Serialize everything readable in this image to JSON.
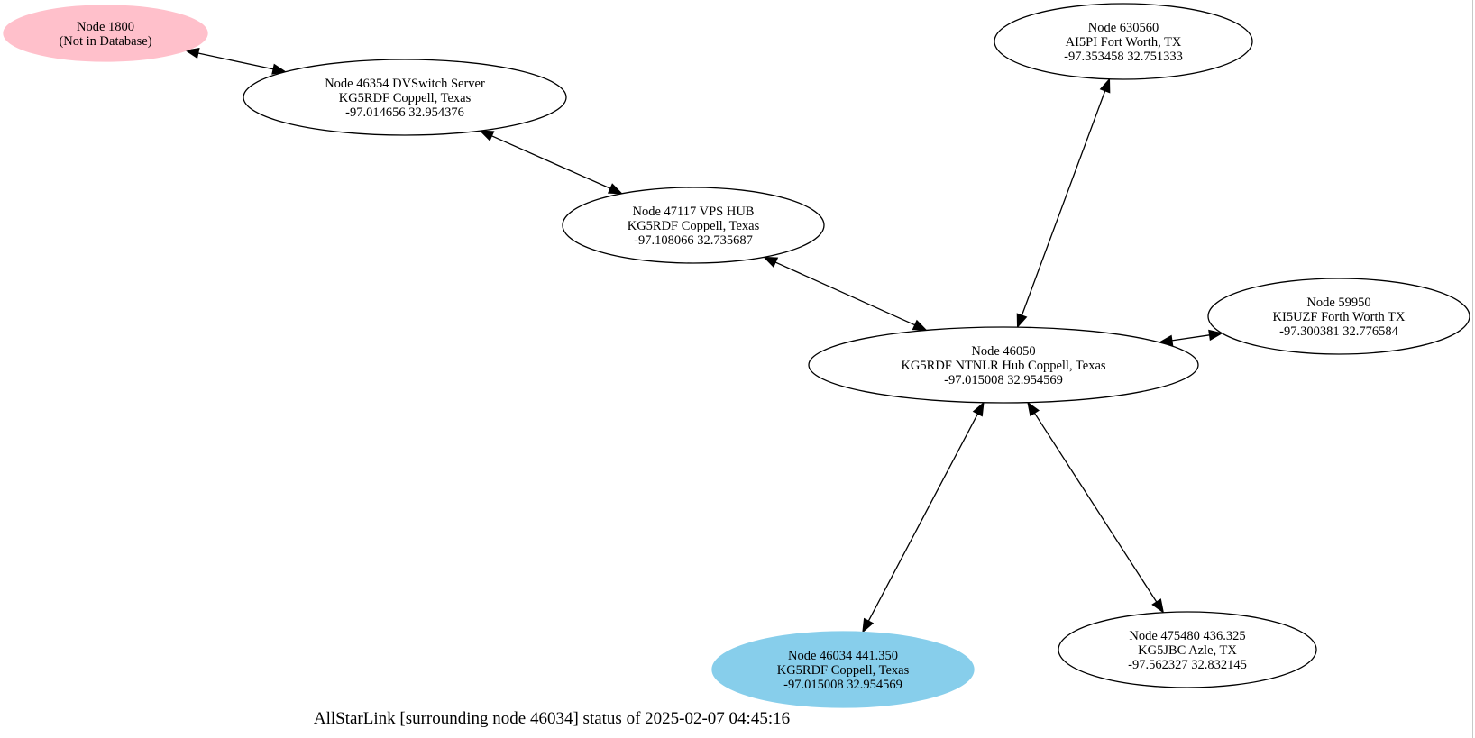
{
  "caption": "AllStarLink [surrounding node 46034] status of 2025-02-07 04:45:16",
  "colors": {
    "default_fill": "#ffffff",
    "not_in_database_fill": "#ffc0cb",
    "focus_node_fill": "#87ceeb",
    "stroke": "#000000"
  },
  "nodes": [
    {
      "id": "1800",
      "style": "not_in_database",
      "lines": [
        "Node 1800",
        "(Not in Database)"
      ]
    },
    {
      "id": "46354",
      "style": "default",
      "lines": [
        "Node 46354 DVSwitch Server",
        "KG5RDF Coppell, Texas",
        "-97.014656 32.954376"
      ]
    },
    {
      "id": "47117",
      "style": "default",
      "lines": [
        "Node 47117 VPS HUB",
        "KG5RDF Coppell, Texas",
        "-97.108066 32.735687"
      ]
    },
    {
      "id": "630560",
      "style": "default",
      "lines": [
        "Node 630560",
        "AI5PI Fort Worth, TX",
        "-97.353458 32.751333"
      ]
    },
    {
      "id": "59950",
      "style": "default",
      "lines": [
        "Node 59950",
        "KI5UZF Forth Worth TX",
        "-97.300381 32.776584"
      ]
    },
    {
      "id": "46050",
      "style": "default",
      "lines": [
        "Node 46050",
        "KG5RDF NTNLR Hub Coppell, Texas",
        "-97.015008 32.954569"
      ]
    },
    {
      "id": "46034",
      "style": "focus",
      "lines": [
        "Node 46034 441.350",
        "KG5RDF Coppell, Texas",
        "-97.015008 32.954569"
      ]
    },
    {
      "id": "475480",
      "style": "default",
      "lines": [
        "Node 475480 436.325",
        "KG5JBC Azle, TX",
        "-97.562327 32.832145"
      ]
    }
  ],
  "edges": [
    {
      "from": "1800",
      "to": "46354",
      "direction": "both"
    },
    {
      "from": "46354",
      "to": "47117",
      "direction": "both"
    },
    {
      "from": "47117",
      "to": "46050",
      "direction": "both"
    },
    {
      "from": "630560",
      "to": "46050",
      "direction": "both"
    },
    {
      "from": "59950",
      "to": "46050",
      "direction": "both"
    },
    {
      "from": "46050",
      "to": "46034",
      "direction": "both"
    },
    {
      "from": "46050",
      "to": "475480",
      "direction": "both"
    }
  ]
}
